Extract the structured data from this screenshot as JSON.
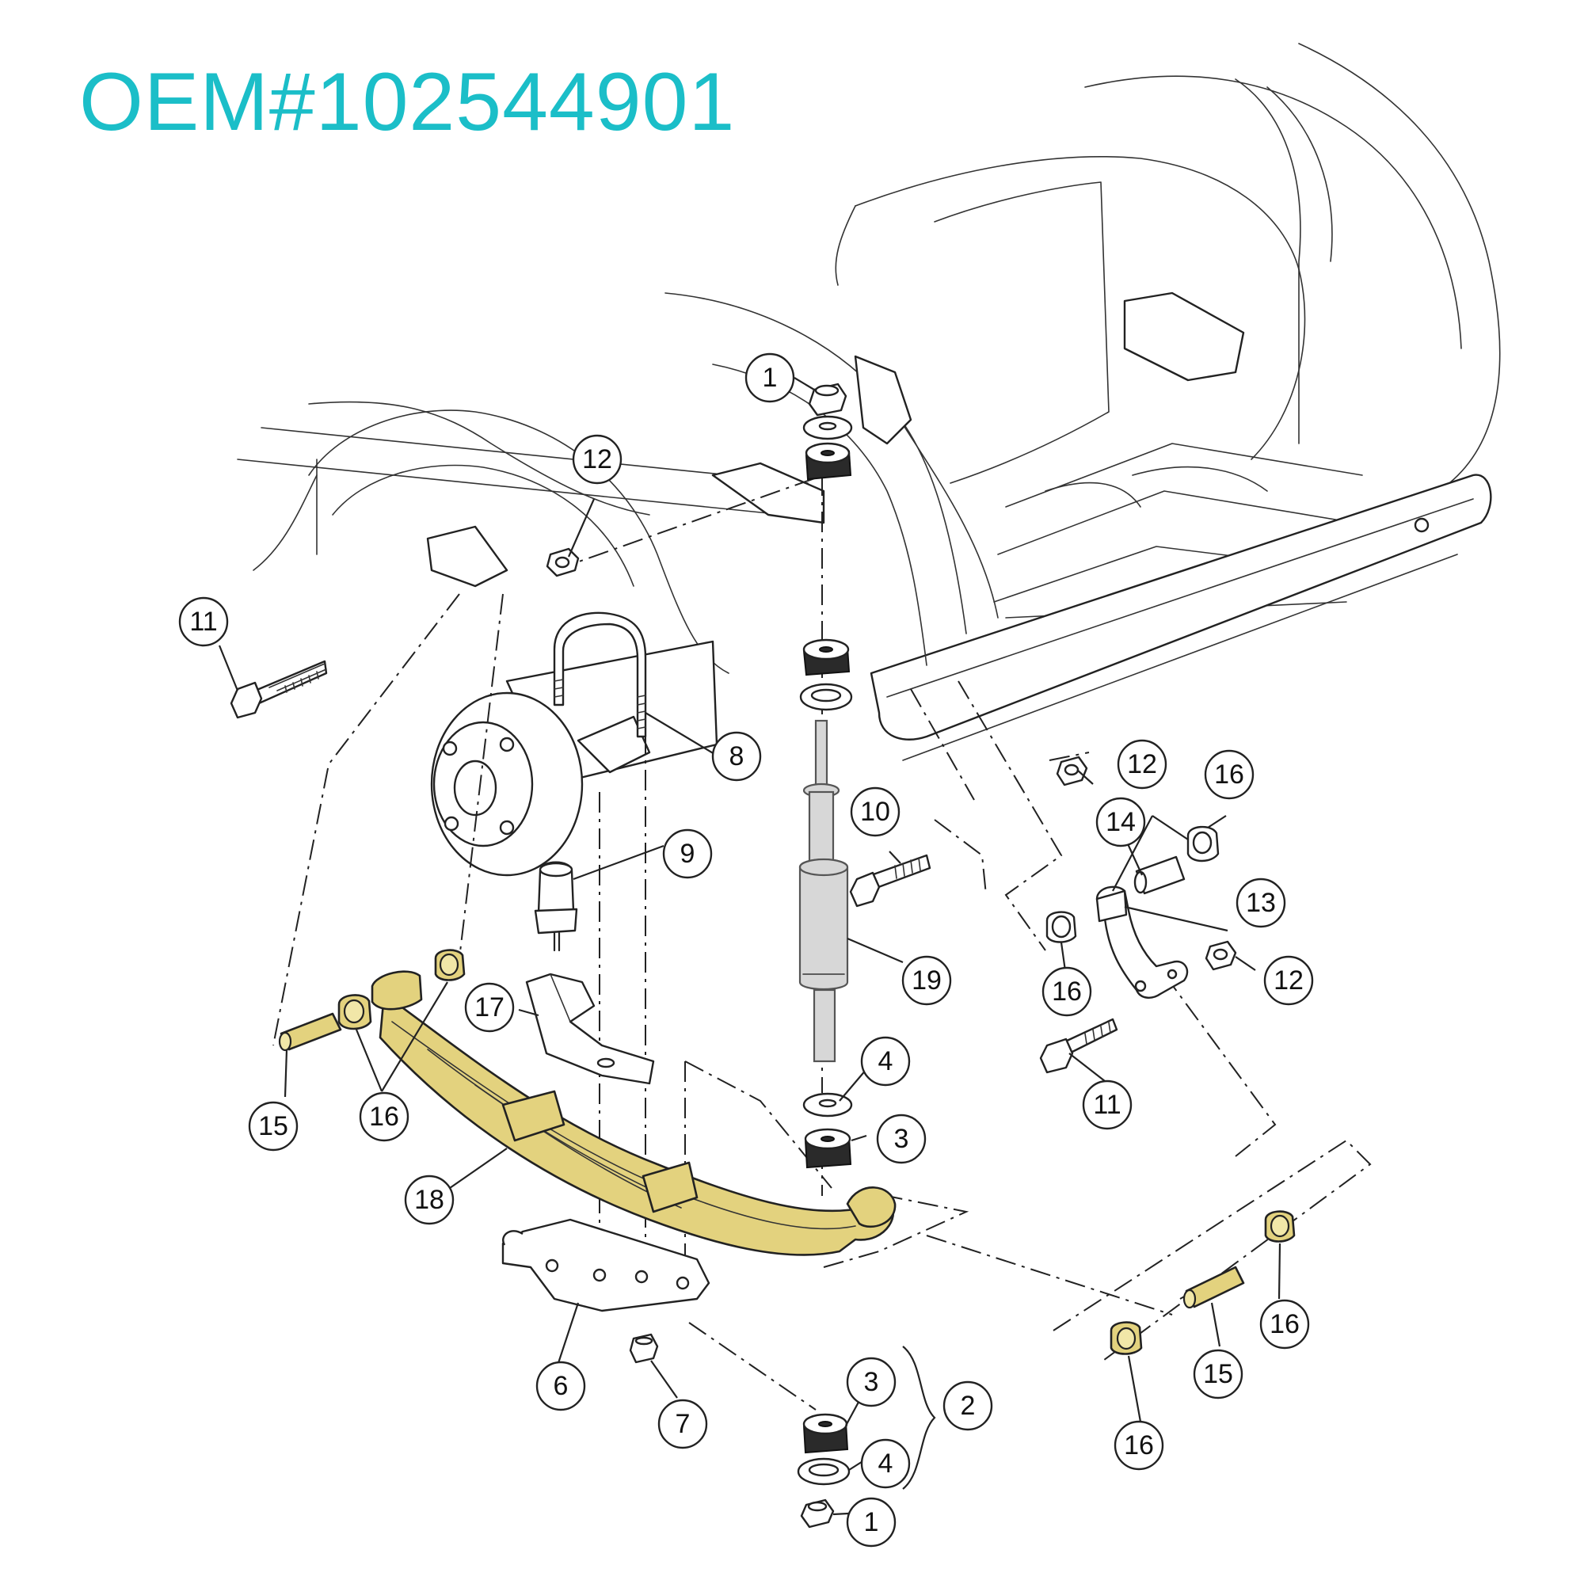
{
  "title": "OEM#102544901",
  "colors": {
    "title": "#1bbec8",
    "highlight_part": "#e3d27e",
    "shock_absorber": "#d7d7d7"
  },
  "callouts": [
    "1",
    "12",
    "11",
    "8",
    "9",
    "10",
    "19",
    "17",
    "4",
    "3",
    "15",
    "16",
    "18",
    "6",
    "7",
    "2",
    "14",
    "13"
  ]
}
